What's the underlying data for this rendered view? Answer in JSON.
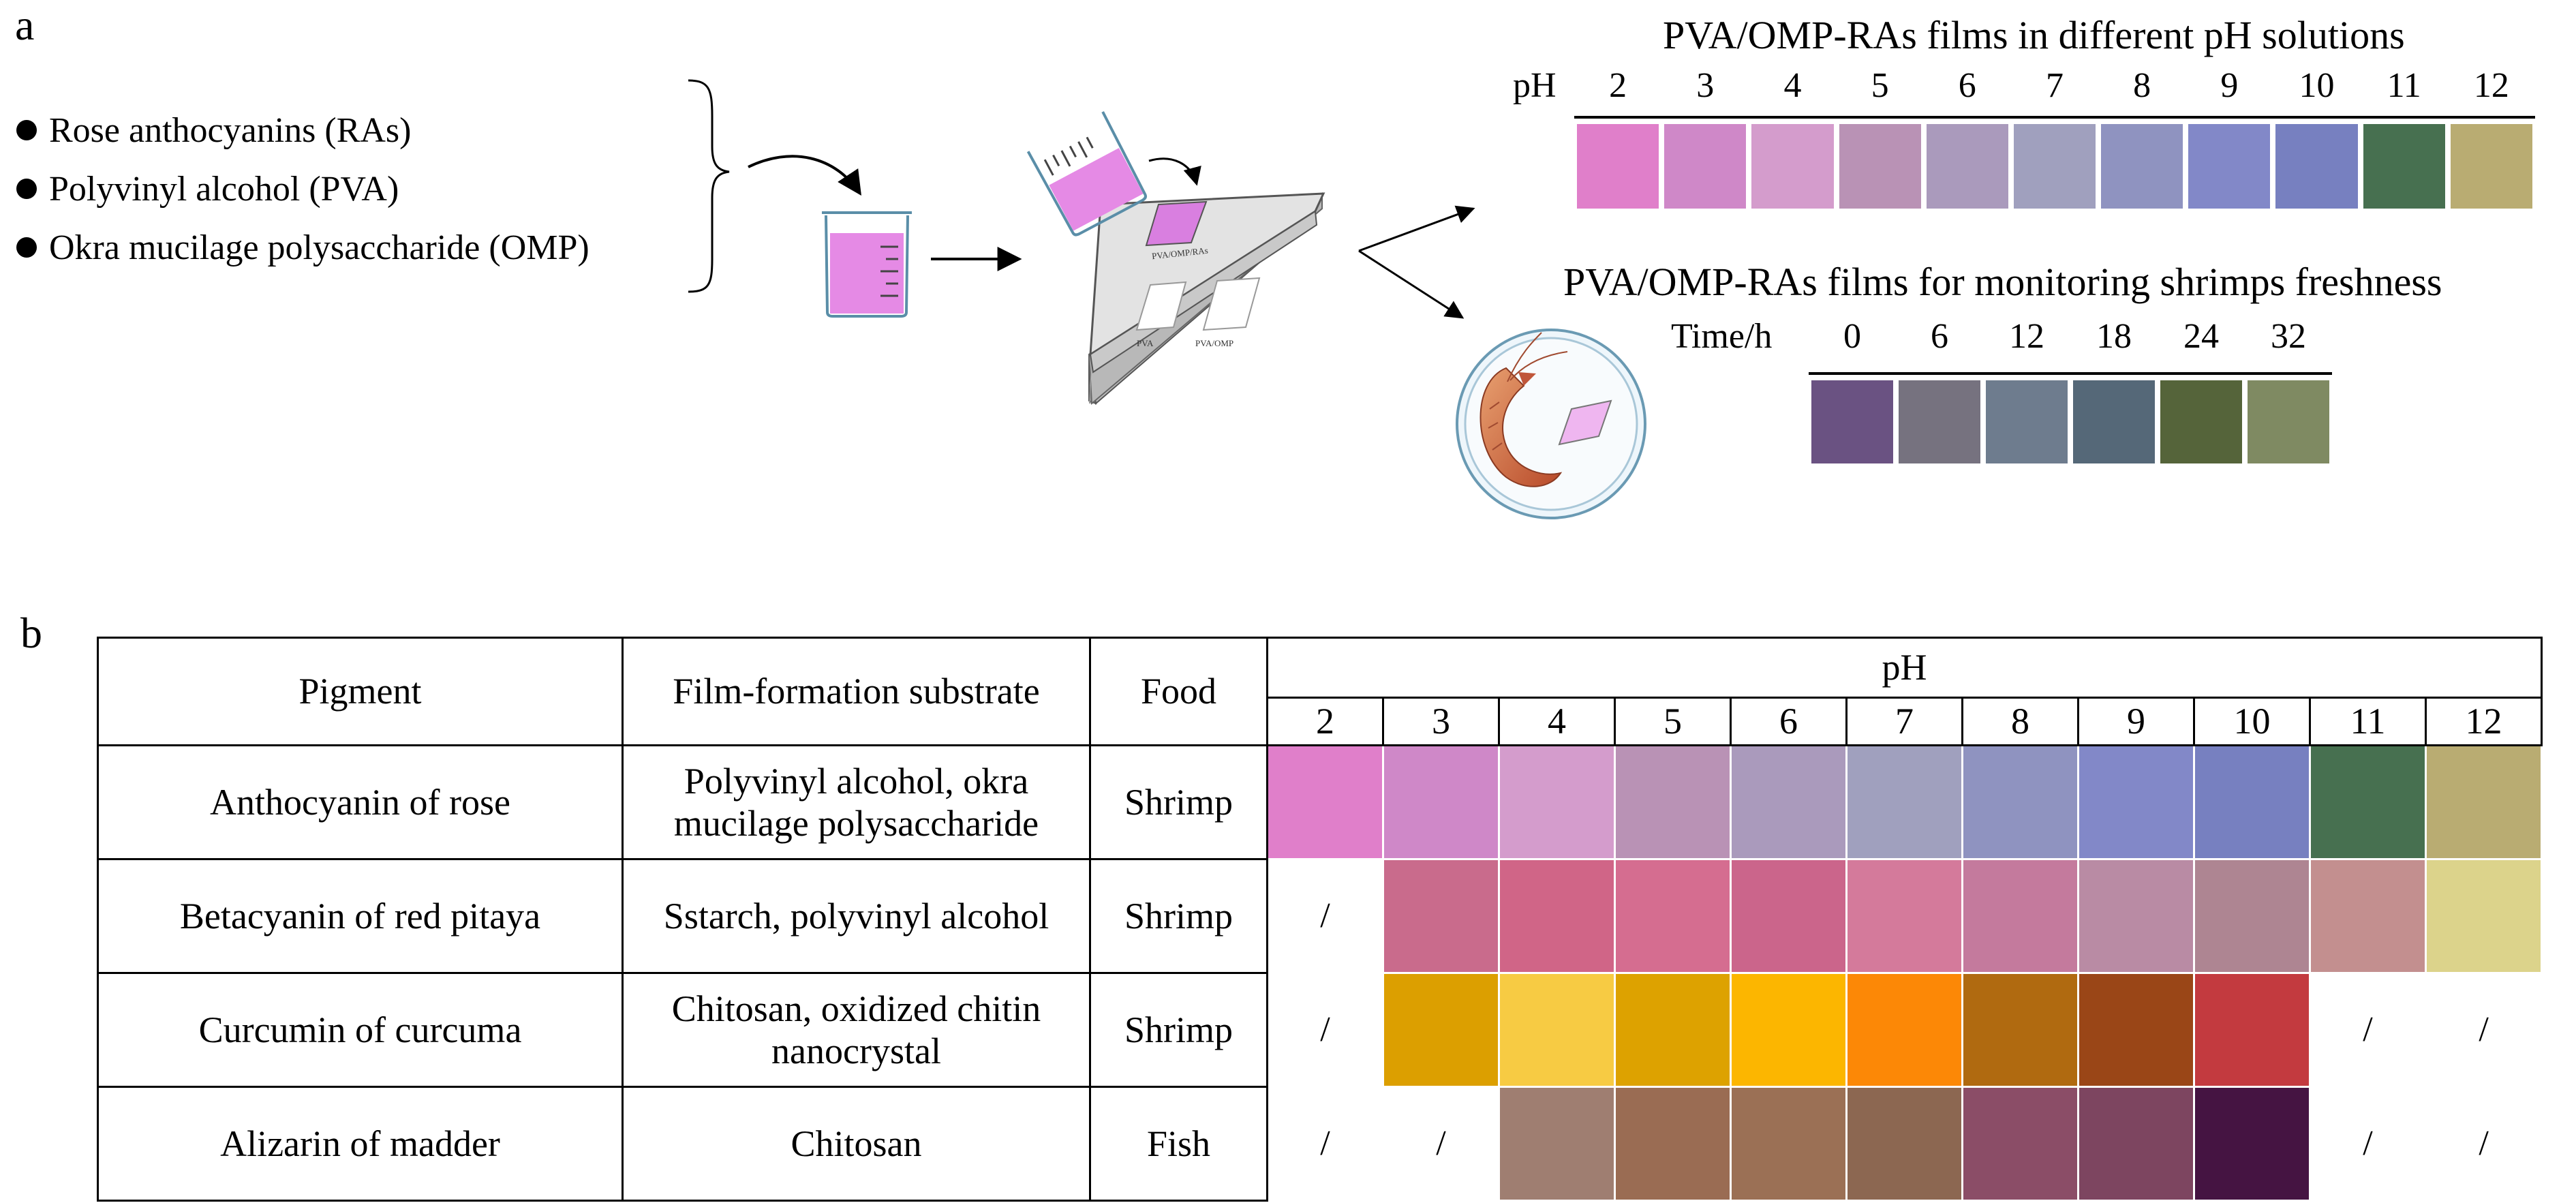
{
  "panels": {
    "a": "a",
    "b": "b"
  },
  "ingredients": [
    "Rose anthocyanins (RAs)",
    "Polyvinyl alcohol (PVA)",
    "Okra mucilage polysaccharide (OMP)"
  ],
  "plate_labels": {
    "film_main": "PVA/OMP/RAs",
    "film_pva": "PVA",
    "film_pvaomp": "PVA/OMP"
  },
  "ph_strip": {
    "title": "PVA/OMP-RAs films in different pH solutions",
    "axis_label": "pH",
    "ph_values": [
      "2",
      "3",
      "4",
      "5",
      "6",
      "7",
      "8",
      "9",
      "10",
      "11",
      "12"
    ],
    "colors": [
      "#e07fca",
      "#cf88c8",
      "#d49ccc",
      "#b992b5",
      "#aa9abc",
      "#a0a0be",
      "#8f93c0",
      "#8288c8",
      "#7780c0",
      "#477050",
      "#b9ac72"
    ]
  },
  "time_strip": {
    "title": "PVA/OMP-RAs films for monitoring shrimps freshness",
    "axis_label": "Time/h",
    "times": [
      "0",
      "6",
      "12",
      "18",
      "24",
      "32"
    ],
    "colors": [
      "#6a5282",
      "#76727f",
      "#6e7c8e",
      "#556878",
      "#55643a",
      "#7f8a62"
    ]
  },
  "table": {
    "headers": {
      "pigment": "Pigment",
      "substrate": "Film-formation substrate",
      "food": "Food",
      "ph": "pH"
    },
    "ph_values": [
      "2",
      "3",
      "4",
      "5",
      "6",
      "7",
      "8",
      "9",
      "10",
      "11",
      "12"
    ],
    "rows": [
      {
        "pigment": "Anthocyanin of rose",
        "substrate": "Polyvinyl alcohol, okra mucilage polysaccharide",
        "food": "Shrimp",
        "cells": [
          "#e07fca",
          "#cf88c8",
          "#d49ccc",
          "#b992b5",
          "#aa9abc",
          "#a0a0be",
          "#8f93c0",
          "#8288c8",
          "#7780c0",
          "#477050",
          "#b9ac72"
        ]
      },
      {
        "pigment": "Betacyanin of red pitaya",
        "substrate": "Sstarch, polyvinyl alcohol",
        "food": "Shrimp",
        "cells": [
          "/",
          "#c96b8c",
          "#d06587",
          "#d56d90",
          "#cb658b",
          "#d47a9b",
          "#c47a9d",
          "#b98ba4",
          "#ae8592",
          "#c38f8f",
          "#dcd38b"
        ]
      },
      {
        "pigment": "Curcumin of curcuma",
        "substrate": "Chitosan, oxidized chitin nanocrystal",
        "food": "Shrimp",
        "cells": [
          "/",
          "#dc9f00",
          "#f7cb43",
          "#dda200",
          "#fcb600",
          "#fc8806",
          "#b06a10",
          "#9a4617",
          "#c33a3f",
          "/",
          "/"
        ]
      },
      {
        "pigment": "Alizarin of madder",
        "substrate": "Chitosan",
        "food": "Fish",
        "cells": [
          "/",
          "/",
          "#9f7e71",
          "#9a6c53",
          "#9b7055",
          "#8c6751",
          "#8b4d67",
          "#7d4560",
          "#451442",
          "/",
          "/"
        ]
      }
    ]
  }
}
